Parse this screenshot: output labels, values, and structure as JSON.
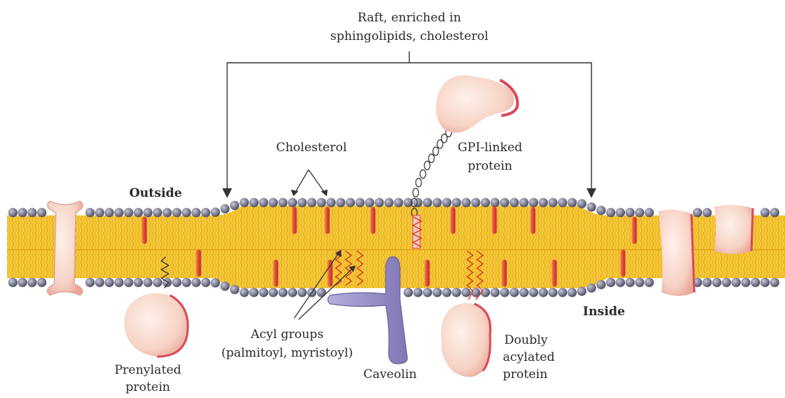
{
  "labels": {
    "raft_line1": "Raft, enriched in",
    "raft_line2": "sphingolipids, cholesterol",
    "outside": "Outside",
    "inside": "Inside",
    "cholesterol": "Cholesterol",
    "gpi_line1": "GPI-linked",
    "gpi_line2": "protein",
    "acyl_line1": "Acyl groups",
    "acyl_line2": "(palmitoyl, myristoyl)",
    "caveolin": "Caveolin",
    "prenylated_line1": "Prenylated",
    "prenylated_line2": "protein",
    "doubly_line1": "Doubly",
    "doubly_line2": "acylated",
    "doubly_line3": "protein"
  },
  "colors": {
    "head": "#8a8a9e",
    "tail": "#f2c230",
    "tail_dark": "#d89a14",
    "cholesterol": "#e0443a",
    "protein": "#f7d8cc",
    "protein_edge": "#d94a5a",
    "caveolin": "#9a92c8"
  }
}
